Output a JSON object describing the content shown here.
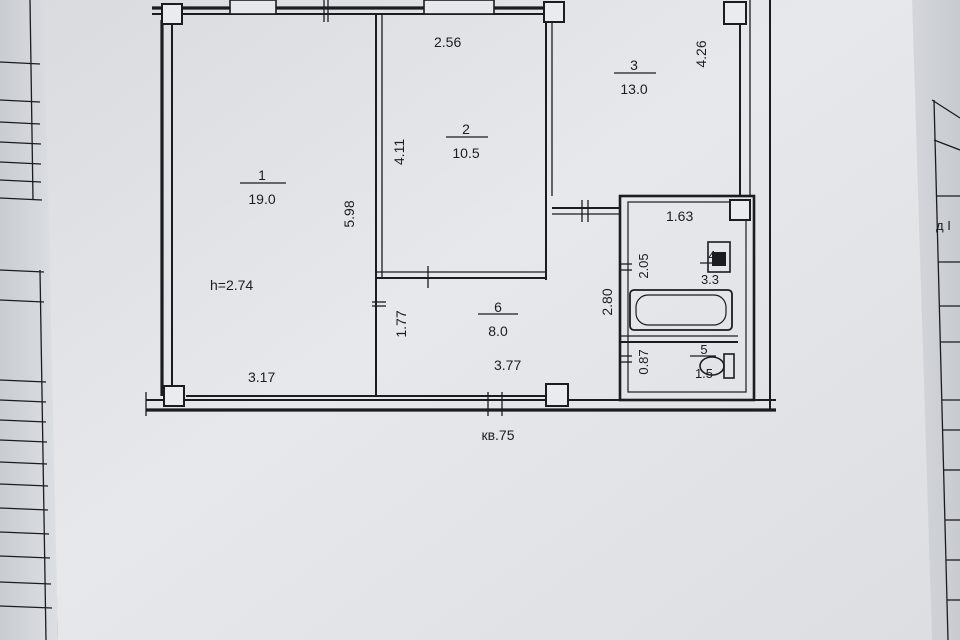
{
  "floorplan": {
    "apartment_label": "кв.75",
    "ceiling_height": "h=2.74",
    "rooms": [
      {
        "number": "1",
        "area": "19.0"
      },
      {
        "number": "2",
        "area": "10.5"
      },
      {
        "number": "3",
        "area": "13.0"
      },
      {
        "number": "4",
        "area": "3.3"
      },
      {
        "number": "5",
        "area": "1.5"
      },
      {
        "number": "6",
        "area": "8.0"
      }
    ],
    "dimensions": {
      "room1_width": "3.17",
      "room1_length": "5.98",
      "room2_width": "2.56",
      "room2_length": "4.11",
      "room3_length": "4.26",
      "bath_width": "1.63",
      "bath_length": "2.05",
      "wc_length": "0.87",
      "hall_width": "3.77",
      "hall_length": "1.77",
      "sanitary_total": "2.80"
    },
    "side_fragment": "д I"
  },
  "colors": {
    "paper": "#e3e5e8",
    "paper_right": "#dfe1e4",
    "background": "#3b3f44",
    "ink": "#1b1d22"
  }
}
